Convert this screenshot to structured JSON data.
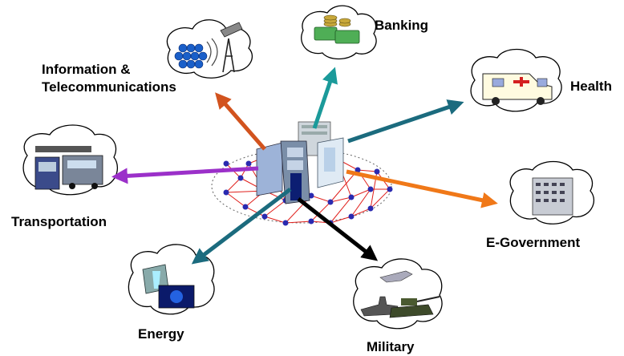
{
  "labels": {
    "banking": "Banking",
    "information": "Information &",
    "telecommunications": "Telecommunications",
    "health": "Health",
    "transportation": "Transportation",
    "egovernment": "E-Government",
    "energy": "Energy",
    "military": "Military"
  },
  "colors": {
    "arrow_information": "#d2531e",
    "arrow_banking": "#1b9a9a",
    "arrow_health": "#1b6b7e",
    "arrow_transportation": "#9b30c9",
    "arrow_egovernment": "#f07818",
    "arrow_energy": "#1b6b7e",
    "arrow_military": "#000000",
    "network_links": "#e0201c",
    "network_nodes": "#2a2ab0"
  }
}
